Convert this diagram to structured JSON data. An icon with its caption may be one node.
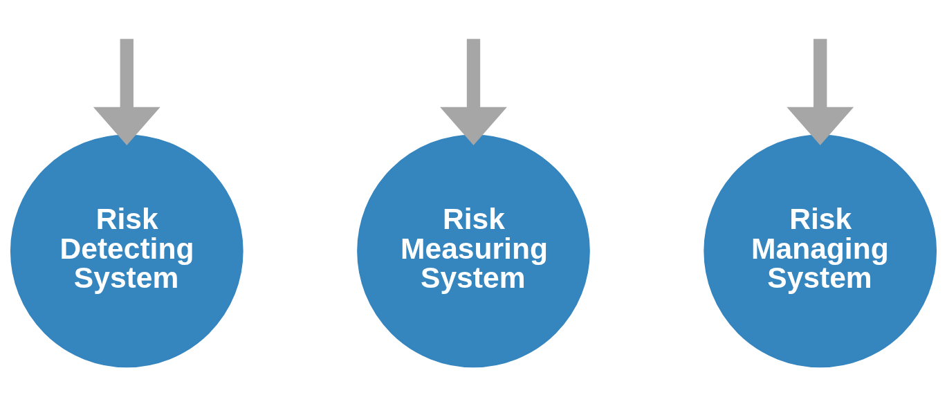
{
  "diagram": {
    "nodes": [
      {
        "text": [
          "Risk Detecting System"
        ]
      },
      {
        "text": [
          "Risk Measuring System"
        ]
      },
      {
        "text": [
          "Risk Managing System"
        ]
      }
    ],
    "edges": [
      {
        "from": null,
        "to": 0,
        "arrow": "to"
      },
      {
        "from": null,
        "to": 1,
        "arrow": "to"
      },
      {
        "from": null,
        "to": 2,
        "arrow": "to"
      }
    ]
  }
}
